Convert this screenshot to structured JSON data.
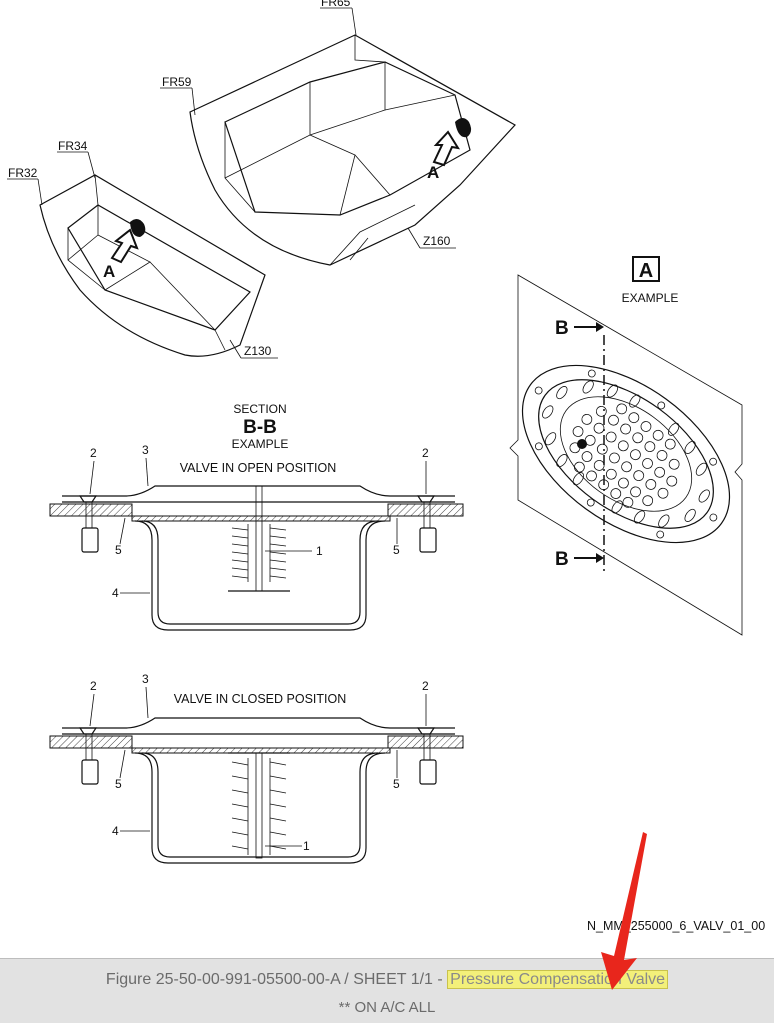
{
  "frames": {
    "fr65": "FR65",
    "fr59": "FR59",
    "fr34": "FR34",
    "fr32": "FR32",
    "z160": "Z160",
    "z130": "Z130"
  },
  "view_arrow_letter": "A",
  "detail_a": {
    "box_letter": "A",
    "caption": "EXAMPLE",
    "section_mark": "B"
  },
  "section": {
    "heading": "SECTION",
    "name": "B-B",
    "caption": "EXAMPLE"
  },
  "open_view": {
    "title": "VALVE IN OPEN POSITION"
  },
  "closed_view": {
    "title": "VALVE IN CLOSED POSITION"
  },
  "callouts": {
    "c1": "1",
    "c2": "2",
    "c3": "3",
    "c4": "4",
    "c5": "5"
  },
  "drawing_code": "N_MM_255000_6_VALV_01_00",
  "footer": {
    "figure_ref": "Figure 25-50-00-991-05500-00-A / SHEET 1/1 - ",
    "title": "Pressure Compensation Valve",
    "applicability": "** ON A/C ALL"
  },
  "colors": {
    "highlight": "#f3f07a",
    "arrow": "#e8261c",
    "footer_bg": "#e2e2e2"
  }
}
